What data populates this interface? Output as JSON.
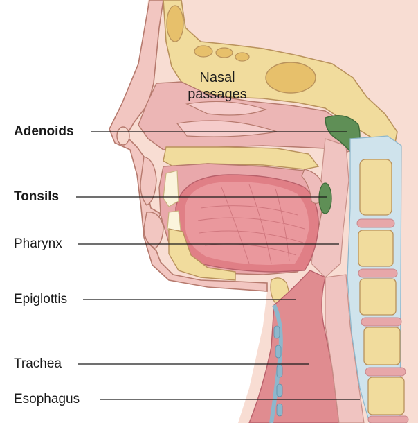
{
  "labels": {
    "adenoids": "Adenoids",
    "tonsils": "Tonsils",
    "pharynx": "Pharynx",
    "epiglottis": "Epiglottis",
    "trachea": "Trachea",
    "esophagus": "Esophagus"
  },
  "regions": {
    "nasal_passages_line1": "Nasal",
    "nasal_passages_line2": "passages"
  },
  "colors": {
    "background": "#ffffff",
    "outer_skin": "#f7d9cf",
    "tissue_pink": "#eebcbb",
    "tissue_dark": "#e39aa0",
    "tongue": "#e07f86",
    "tongue_light": "#ec9fa4",
    "bone": "#f2dda0",
    "bone_dark": "#d9b86a",
    "adenoid_green": "#5f8f56",
    "airway_blue": "#c9dfe9",
    "vertebra_disc": "#e7a7a9"
  }
}
